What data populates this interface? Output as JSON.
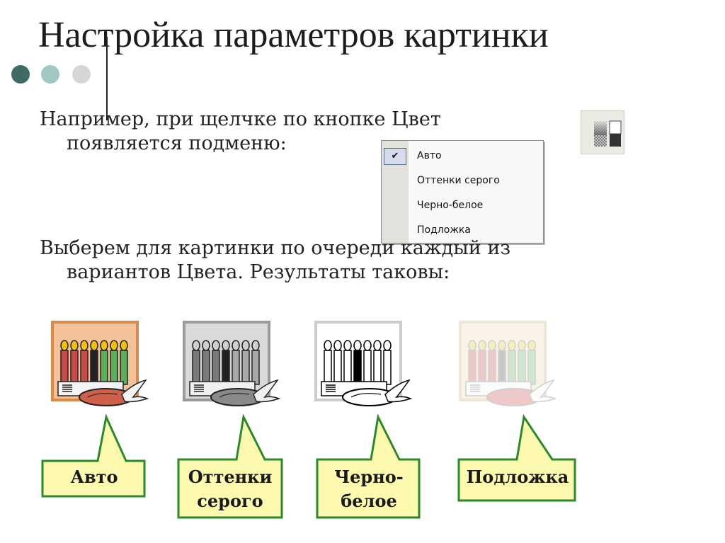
{
  "slide": {
    "title": "Настройка параметров картинки",
    "paragraph1_line1": "Например, при щелчке по кнопке Цвет",
    "paragraph1_line2": "появляется подменю:",
    "paragraph2_line1": "Выберем для картинки по очереди каждый из",
    "paragraph2_line2": "вариантов Цвета. Результаты таковы:"
  },
  "color_menu": {
    "items": [
      {
        "label": "Авто",
        "checked": true
      },
      {
        "label": "Оттенки серого",
        "checked": false
      },
      {
        "label": "Черно-белое",
        "checked": false
      },
      {
        "label": "Подложка",
        "checked": false
      }
    ],
    "check_glyph": "✔"
  },
  "results": [
    {
      "label": "Авто",
      "variant": "color"
    },
    {
      "label_line1": "Оттенки",
      "label_line2": "серого",
      "variant": "grayscale"
    },
    {
      "label_line1": "Черно-",
      "label_line2": "белое",
      "variant": "black-white"
    },
    {
      "label": "Подложка",
      "variant": "washout"
    }
  ],
  "colors": {
    "callout_fill": "#fdfab0",
    "callout_stroke": "#2a8a2a",
    "bullet_teal": "#3f6b66",
    "bullet_light": "#9fc7c4",
    "bullet_gray": "#d0d0d0"
  },
  "icons": [
    "color-picture-icon",
    "kinara-candles-icon",
    "check-icon"
  ]
}
